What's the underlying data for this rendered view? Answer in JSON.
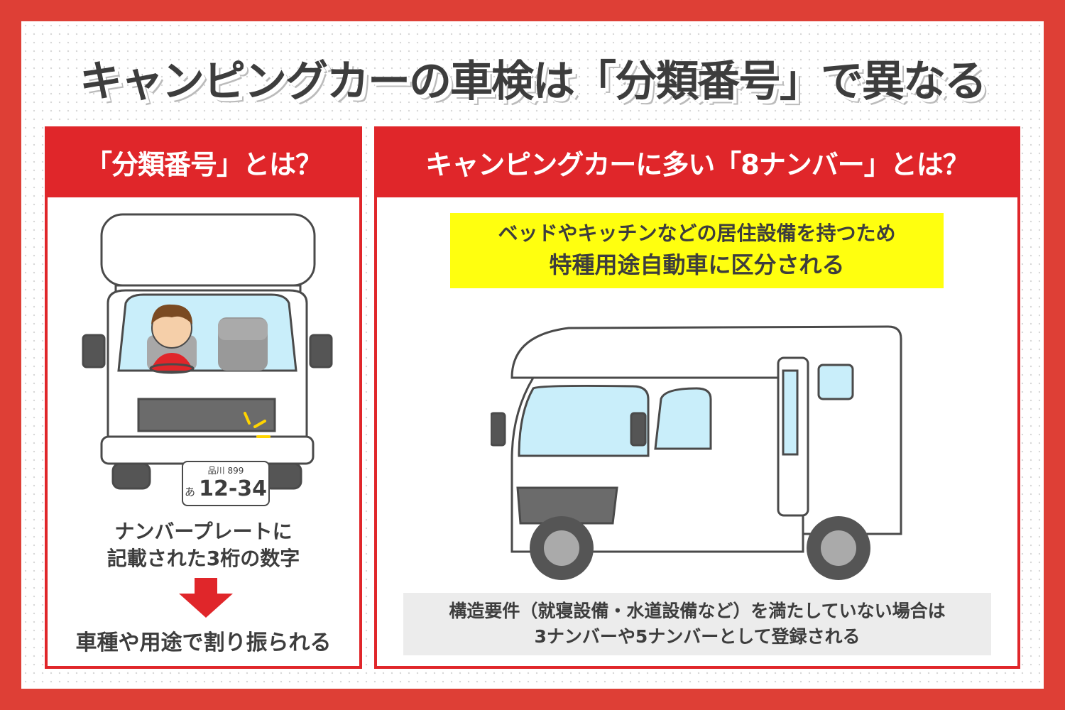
{
  "title": "キャンピングカーの車検は「分類番号」で異なる",
  "left_panel": {
    "heading": "「分類番号」とは？",
    "plate": {
      "region": "品川 899",
      "kana": "あ",
      "number": "12-34"
    },
    "description_line1": "ナンバープレートに",
    "description_line2": "記載された3桁の数字",
    "arrow_icon": "down-arrow",
    "result": "車種や用途で割り振られる"
  },
  "right_panel": {
    "heading": "キャンピングカーに多い「8ナンバー」とは？",
    "highlight_line1": "ベッドやキッチンなどの居住設備を持つため",
    "highlight_line2": "特種用途自動車に区分される",
    "note_line1": "構造要件（就寝設備・水道設備など）を満たしていない場合は",
    "note_line2": "3ナンバーや5ナンバーとして登録される"
  },
  "colors": {
    "border": "#de3f36",
    "accent": "#e0262a",
    "highlight": "#ffff0f",
    "text": "#3d3d3d"
  }
}
